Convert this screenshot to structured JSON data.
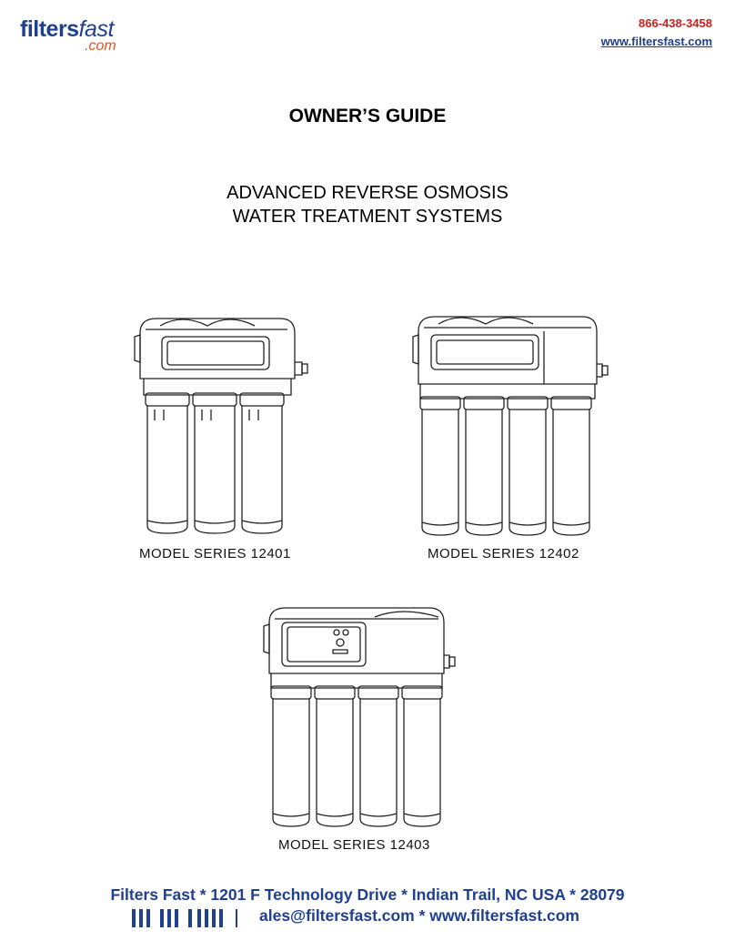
{
  "header": {
    "logo_main": "filters",
    "logo_fast": "fast",
    "logo_com": ".com",
    "phone": "866-438-3458",
    "url": "www.filtersfast.com"
  },
  "document": {
    "title": "OWNER’S GUIDE",
    "subtitle_line1": "ADVANCED REVERSE OSMOSIS",
    "subtitle_line2": "WATER TREATMENT SYSTEMS"
  },
  "models": [
    {
      "caption": "MODEL SERIES 12401",
      "filters": 3
    },
    {
      "caption": "MODEL SERIES 12402",
      "filters": 4
    },
    {
      "caption": "MODEL SERIES 12403",
      "filters": 4
    }
  ],
  "footer": {
    "line1": "Filters Fast * 1201 F Technology Drive * Indian Trail, NC USA * 28079",
    "line2": "ales@filtersfast.com * www.filtersfast.com"
  },
  "colors": {
    "brand_blue": "#1f3f8f",
    "brand_orange": "#e0531f",
    "phone_red": "#cc2020"
  }
}
